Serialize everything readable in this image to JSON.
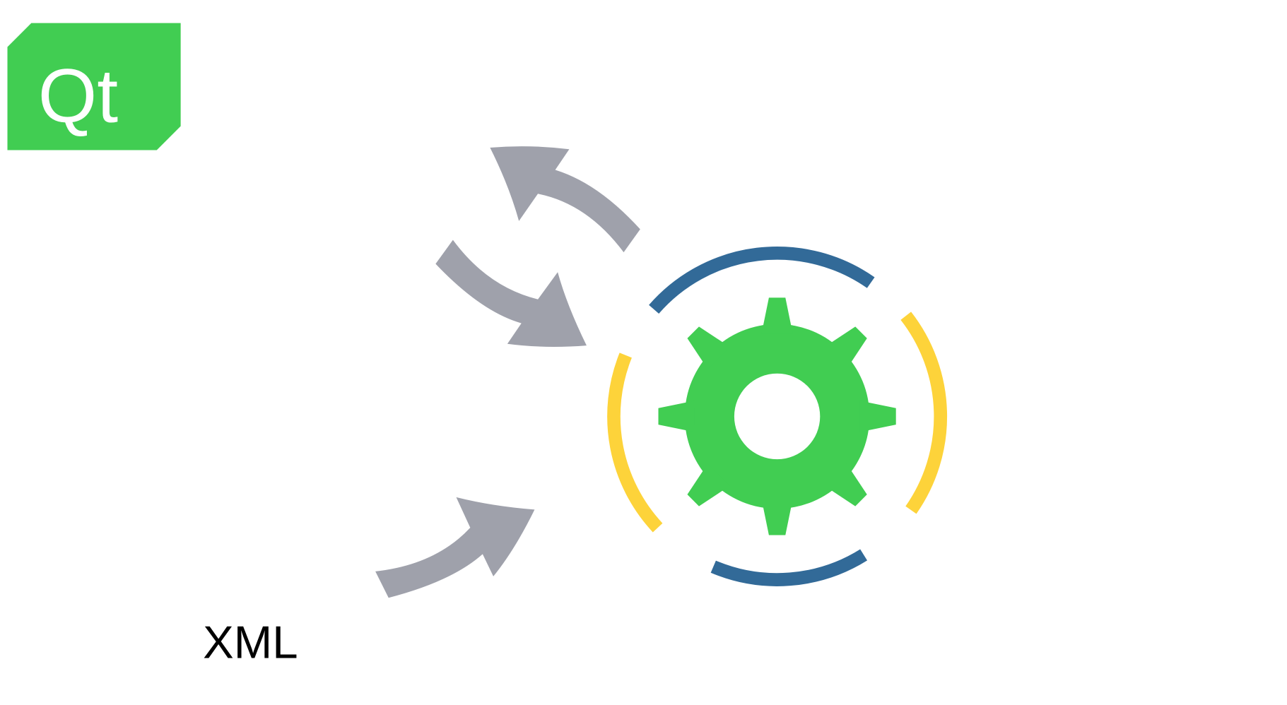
{
  "logo": {
    "text": "Qt",
    "color": "#41cd52"
  },
  "label": {
    "text": "XML"
  },
  "colors": {
    "gear": "#41cd52",
    "arrow": "#9fa1ab",
    "ring_blue": "#326a98",
    "ring_yellow": "#fdd33a"
  },
  "icons": [
    "qt-logo",
    "sync-arrows-icon",
    "import-arrow-icon",
    "gear-icon"
  ]
}
